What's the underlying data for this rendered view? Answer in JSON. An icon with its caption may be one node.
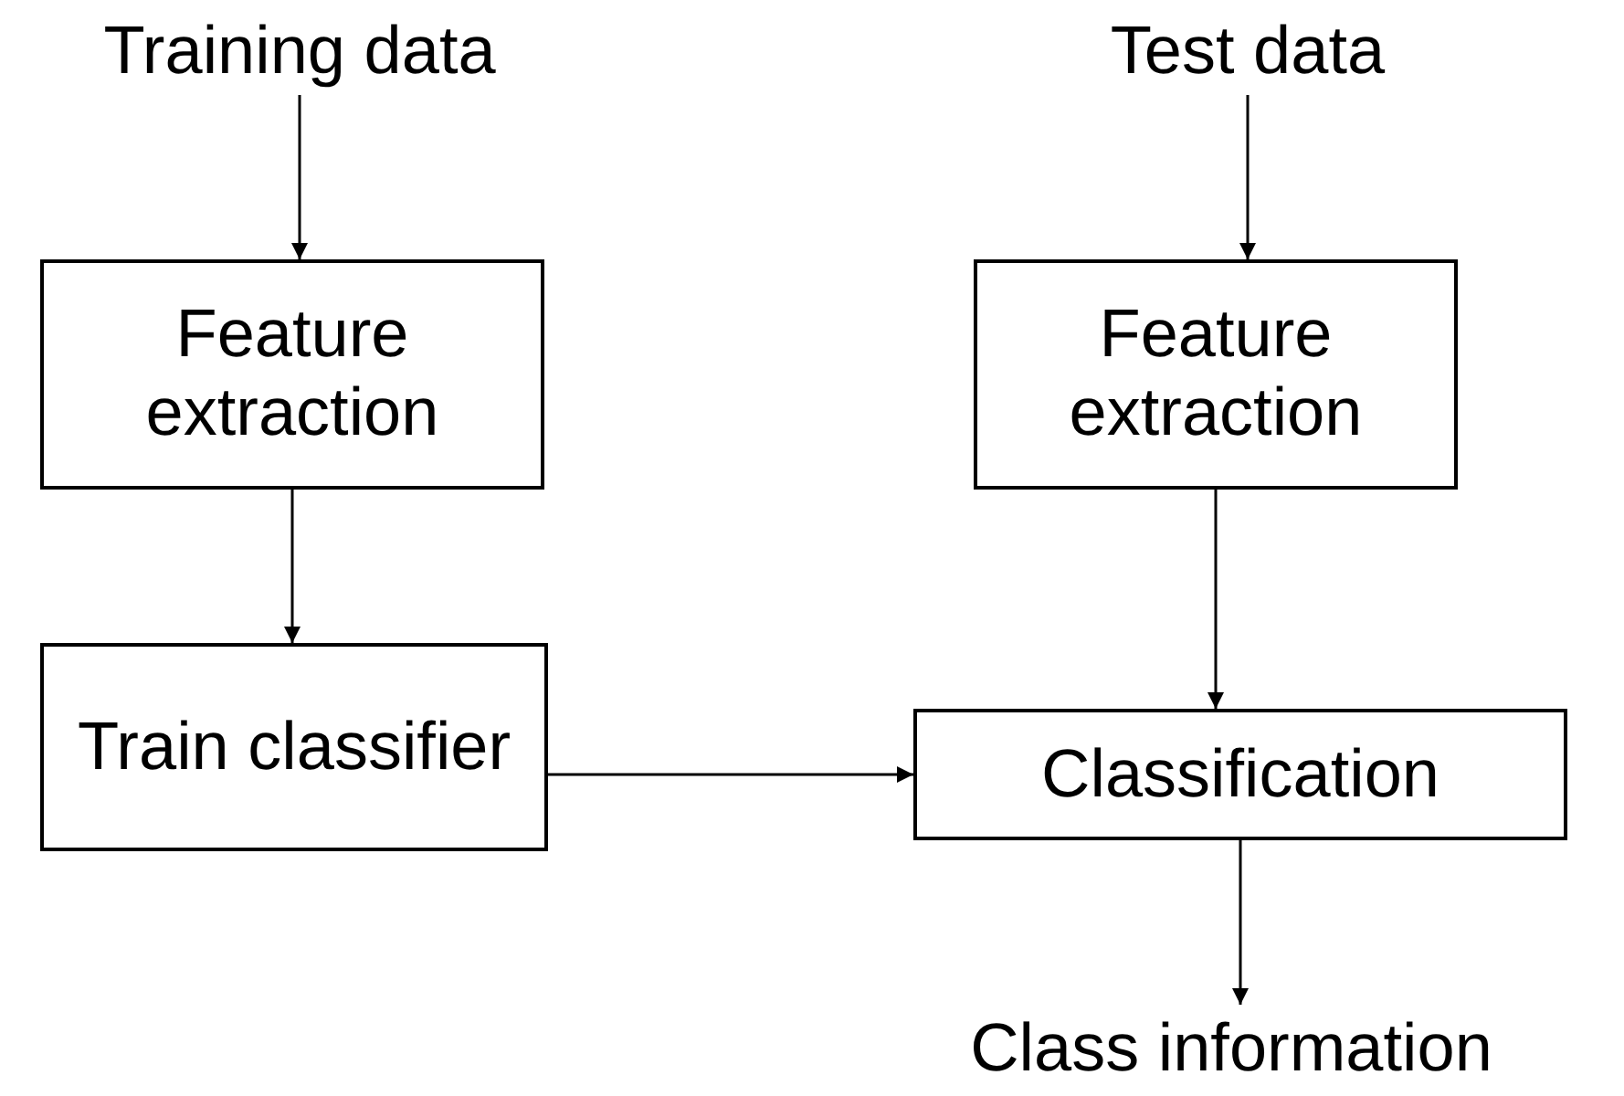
{
  "diagram": {
    "nodes": [
      {
        "text": [
          "Training data"
        ]
      },
      {
        "text": [
          "Test data"
        ]
      },
      {
        "text": [
          "Feature extraction"
        ]
      },
      {
        "text": [
          "Feature extraction"
        ]
      },
      {
        "text": [
          "Train classifier"
        ]
      },
      {
        "text": [
          "Classification"
        ]
      },
      {
        "text": [
          "Class information"
        ]
      }
    ],
    "edges": [
      {
        "from": 0,
        "to": 2,
        "arrow": "to"
      },
      {
        "from": 2,
        "to": 4,
        "arrow": "to"
      },
      {
        "from": 4,
        "to": 5,
        "arrow": "to"
      },
      {
        "from": 1,
        "to": 3,
        "arrow": "to"
      },
      {
        "from": 3,
        "to": 5,
        "arrow": "to"
      },
      {
        "from": 5,
        "to": 6,
        "arrow": "to"
      }
    ]
  }
}
